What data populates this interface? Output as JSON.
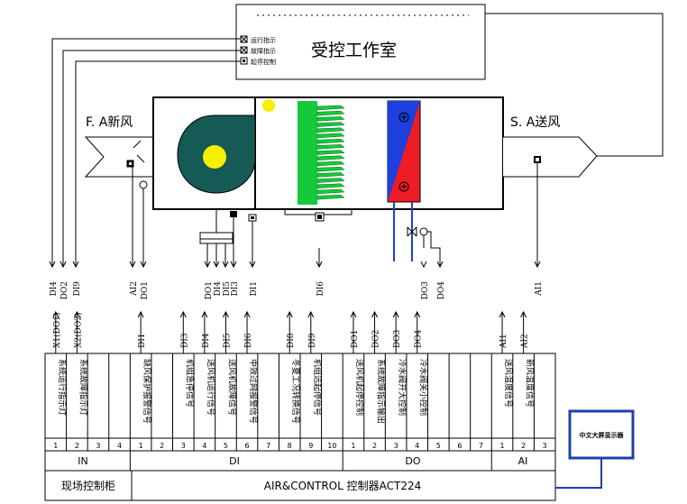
{
  "room": {
    "title": "受控工作室",
    "indicators": [
      "运行指示",
      "故障指示",
      "起停控制"
    ]
  },
  "ahu": {
    "fresh_air_label": "F. A新风",
    "supply_air_label": "S. A送风"
  },
  "field_tags": [
    {
      "text": "DI4"
    },
    {
      "text": "DO2"
    },
    {
      "text": "DI9"
    },
    {
      "text": "AI2"
    },
    {
      "text": "DO1"
    },
    {
      "text": "DO1"
    },
    {
      "text": "DI4"
    },
    {
      "text": "DI5"
    },
    {
      "text": "DI3"
    },
    {
      "text": "DI1"
    },
    {
      "text": "DI6"
    },
    {
      "text": "DO3"
    },
    {
      "text": "DO4"
    },
    {
      "text": "AI1"
    }
  ],
  "cabinet_tags": [
    {
      "text": "X1(DO1)"
    },
    {
      "text": "X2(DO2)"
    },
    {
      "text": "DI1"
    },
    {
      "text": "DI3"
    },
    {
      "text": "DI4"
    },
    {
      "text": "DI5"
    },
    {
      "text": "DI6"
    },
    {
      "text": "DI8"
    },
    {
      "text": "DI9"
    },
    {
      "text": "DO1"
    },
    {
      "text": "DO2"
    },
    {
      "text": "DO3"
    },
    {
      "text": "DO4"
    },
    {
      "text": "AI1"
    },
    {
      "text": "AI2"
    }
  ],
  "columns": [
    {
      "label": "系统运行指示灯",
      "num": "1"
    },
    {
      "label": "系统故障指示灯",
      "num": "2"
    },
    {
      "label": "",
      "num": "3"
    },
    {
      "label": "",
      "num": "4"
    },
    {
      "label": "缺风保护报警信号",
      "num": "1"
    },
    {
      "label": "",
      "num": "2"
    },
    {
      "label": "机组急停信号",
      "num": "3"
    },
    {
      "label": "送风机运行信号",
      "num": "4"
    },
    {
      "label": "送风机故障信号",
      "num": "5"
    },
    {
      "label": "中效过网报警信号",
      "num": "6"
    },
    {
      "label": "",
      "num": "7"
    },
    {
      "label": "冬夏工况转换信号",
      "num": "8"
    },
    {
      "label": "机组远起停信号",
      "num": "9"
    },
    {
      "label": "",
      "num": "10"
    },
    {
      "label": "送风机起停控制",
      "num": "1"
    },
    {
      "label": "系统故障指示输出",
      "num": "2"
    },
    {
      "label": "冷水阀开大控制",
      "num": "3"
    },
    {
      "label": "冷水阀关小控制",
      "num": "4"
    },
    {
      "label": "",
      "num": "5"
    },
    {
      "label": "",
      "num": "6"
    },
    {
      "label": "",
      "num": "7"
    },
    {
      "label": "送风温度信号",
      "num": "1"
    },
    {
      "label": "新风温度信号",
      "num": "2"
    },
    {
      "label": "",
      "num": "3"
    }
  ],
  "groups": [
    "IN",
    "DI",
    "DO",
    "AI"
  ],
  "cabinet": {
    "name": "现场控制柜",
    "controller": "AIR&CONTROL 控制器ACT224"
  },
  "display": {
    "label": "中文大屏显示器",
    "color": "#1f3fae"
  },
  "colors": {
    "fan_body": "#155a55",
    "fan_hub": "#f4f000",
    "coil_fins": "#16c93a",
    "valve_hot": "#ee1c24",
    "valve_cold": "#1c3fdd",
    "water_pipe": "#1c3fdd"
  }
}
